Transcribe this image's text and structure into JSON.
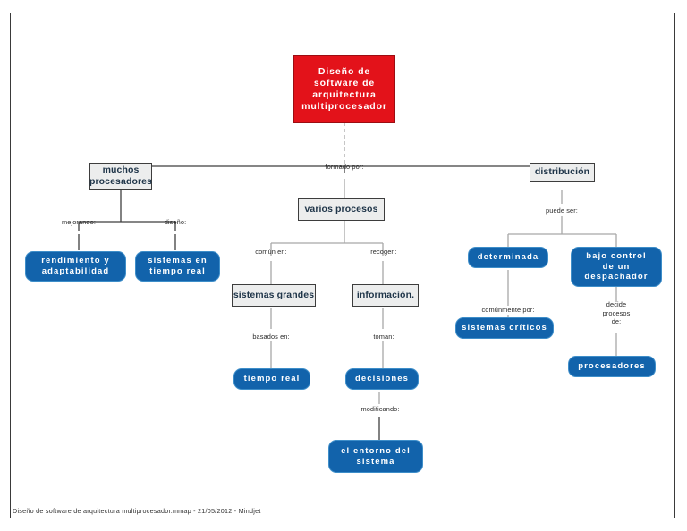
{
  "document": {
    "footer": "Diseño de software de arquitectura multiprocesador.mmap - 21/05/2012 - Mindjet"
  },
  "colors": {
    "root_fill": "#e3121a",
    "root_text": "#ffffff",
    "topic_fill": "#eceded",
    "topic_border": "#3d3d3d",
    "topic_text": "#20364a",
    "leaf_fill": "#1263ab",
    "leaf_border": "#3e8ec9",
    "leaf_text": "#ffffff",
    "connector": "#8d8d8d",
    "page_border": "#3a3a3a",
    "background": "#ffffff"
  },
  "map": {
    "root": {
      "label": "Diseño de\nsoftware de\narquitectura\nmultiprocesador"
    },
    "topics": [
      {
        "label": "muchos\nprocesadores"
      },
      {
        "label": "varios procesos"
      },
      {
        "label": "distribución"
      },
      {
        "label": "sistemas grandes"
      },
      {
        "label": "información."
      }
    ],
    "leaves": [
      {
        "label": "rendimiento y\nadaptabilidad"
      },
      {
        "label": "sistemas en\ntiempo real"
      },
      {
        "label": "tiempo real"
      },
      {
        "label": "decisiones"
      },
      {
        "label": "el entorno del\nsistema"
      },
      {
        "label": "determinada"
      },
      {
        "label": "bajo control\nde un\ndespachador"
      },
      {
        "label": "sistemas críticos"
      },
      {
        "label": "procesadores"
      }
    ],
    "edge_labels": [
      {
        "label": "formado por:"
      },
      {
        "label": "mejorando:"
      },
      {
        "label": "diseño:"
      },
      {
        "label": "común en:"
      },
      {
        "label": "recogen:"
      },
      {
        "label": "basados en:"
      },
      {
        "label": "toman:"
      },
      {
        "label": "modificando:"
      },
      {
        "label": "puede ser:"
      },
      {
        "label": "comúnmente por:"
      },
      {
        "label": "decide\nprocesos\nde:"
      }
    ]
  }
}
